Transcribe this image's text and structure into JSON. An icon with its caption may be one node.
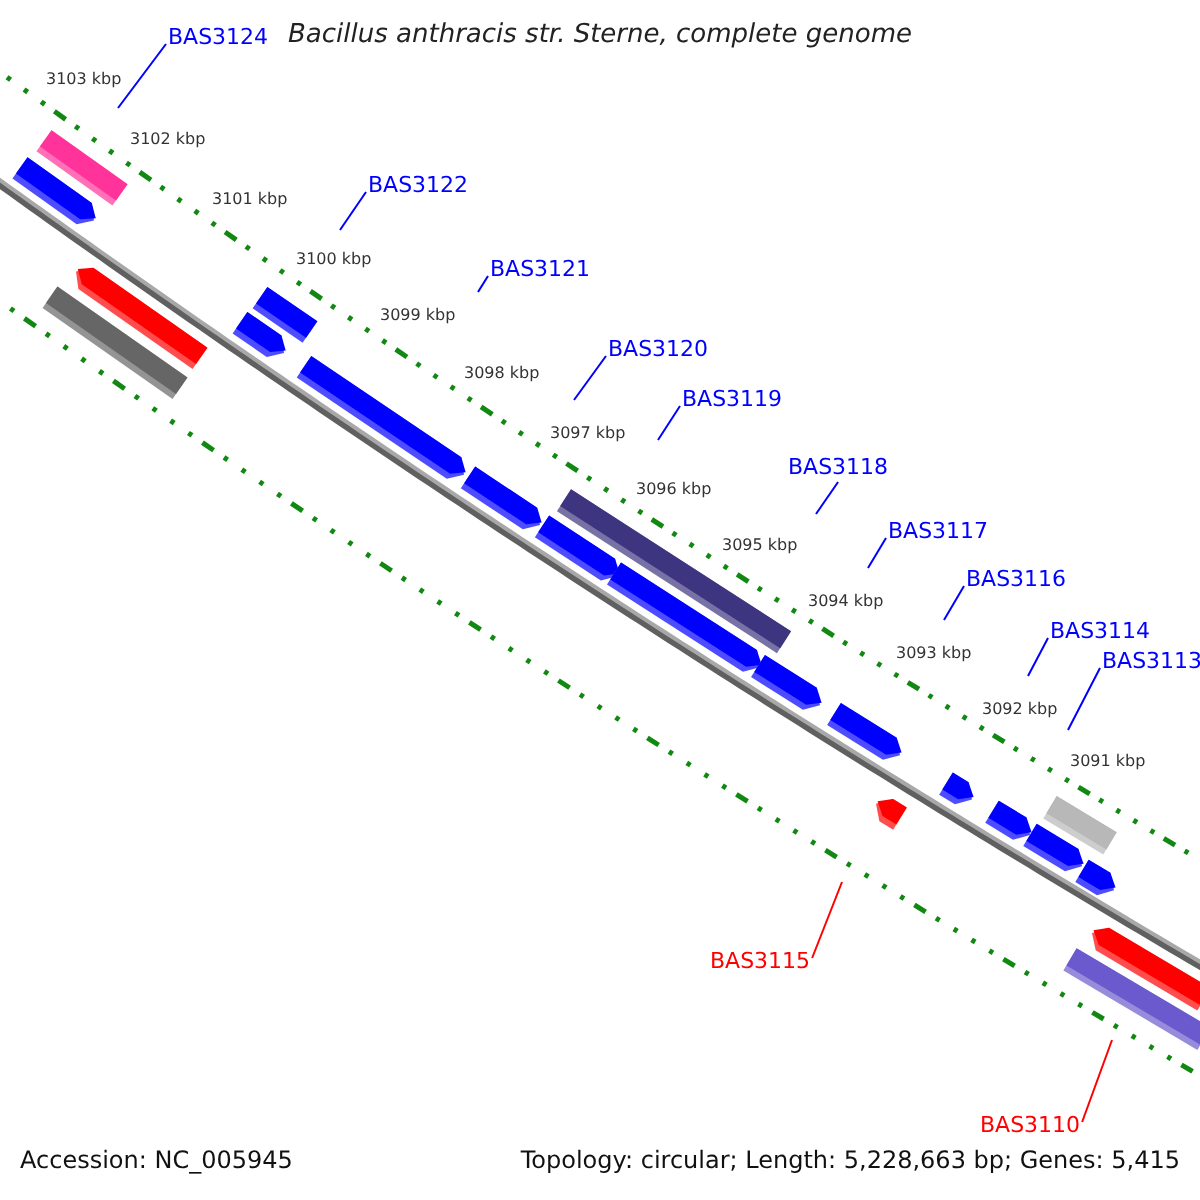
{
  "diagram": {
    "title": "Bacillus anthracis str. Sterne, complete genome",
    "nodes": [
      {
        "text": [
          "BAS3124"
        ]
      },
      {
        "text": [
          "BAS3122"
        ]
      },
      {
        "text": [
          "BAS3121"
        ]
      },
      {
        "text": [
          "BAS3120"
        ]
      },
      {
        "text": [
          "BAS3119"
        ]
      },
      {
        "text": [
          "BAS3118"
        ]
      },
      {
        "text": [
          "BAS3117"
        ]
      },
      {
        "text": [
          "BAS3116"
        ]
      },
      {
        "text": [
          "BAS3114"
        ]
      },
      {
        "text": [
          "BAS3113"
        ]
      },
      {
        "text": [
          "BAS3115"
        ]
      },
      {
        "text": [
          "BAS3110"
        ]
      }
    ],
    "edges": [
      {
        "from": 0,
        "to": null,
        "arrow": "none"
      },
      {
        "from": 1,
        "to": null,
        "arrow": "none"
      },
      {
        "from": 2,
        "to": null,
        "arrow": "none"
      },
      {
        "from": 3,
        "to": null,
        "arrow": "none"
      },
      {
        "from": 4,
        "to": null,
        "arrow": "none"
      },
      {
        "from": 5,
        "to": null,
        "arrow": "none"
      },
      {
        "from": 6,
        "to": null,
        "arrow": "none"
      },
      {
        "from": 7,
        "to": null,
        "arrow": "none"
      },
      {
        "from": 8,
        "to": null,
        "arrow": "none"
      },
      {
        "from": 9,
        "to": null,
        "arrow": "none"
      },
      {
        "from": 10,
        "to": null,
        "arrow": "none",
        "color": "#ff0000"
      },
      {
        "from": 11,
        "to": null,
        "arrow": "none",
        "color": "#ff0000"
      }
    ],
    "labels": [
      "3103 kbp",
      "3102 kbp",
      "3101 kbp",
      "3100 kbp",
      "3099 kbp",
      "3098 kbp",
      "3097 kbp",
      "3096 kbp",
      "3095 kbp",
      "3094 kbp",
      "3093 kbp",
      "3092 kbp",
      "3091 kbp",
      "Accession: NC_005945",
      "Topology: circular; Length: 5,228,663 bp; Genes: 5,415"
    ]
  }
}
